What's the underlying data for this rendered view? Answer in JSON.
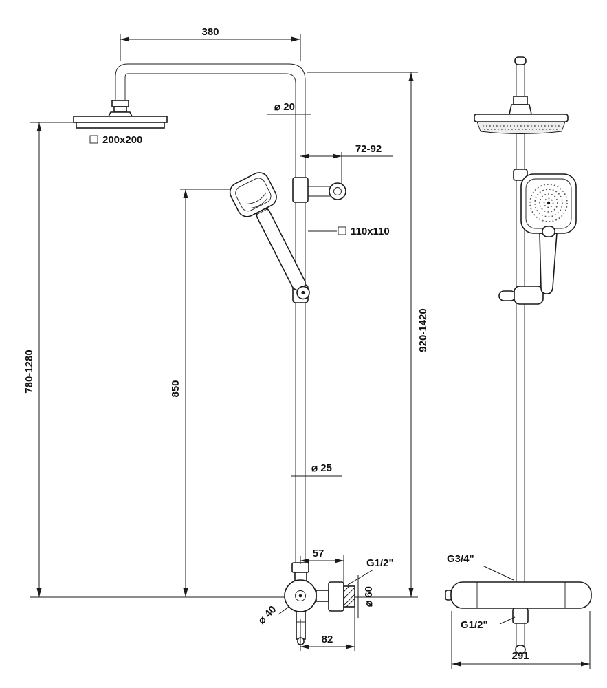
{
  "meta": {
    "ink_color": "#1a1a1a",
    "background_color": "#ffffff"
  },
  "front_view": {
    "arm_width": "380",
    "upper_pipe_diameter": "⌀ 20",
    "head_size": "200x200",
    "wall_bracket_range": "72-92",
    "hand_shower_size": "110x110",
    "riser_height_range": "920-1420",
    "head_height_range": "780-1280",
    "slide_height": "850",
    "lower_pipe_diameter": "⌀ 25",
    "outlet_offset": "57",
    "outlet_thread": "G1/2\"",
    "valve_body_diameter": "⌀ 60",
    "knob_diameter": "⌀ 40",
    "outlet_width": "82"
  },
  "side_view": {
    "inlet_thread": "G3/4\"",
    "outlet_thread": "G1/2\"",
    "valve_length": "291"
  }
}
